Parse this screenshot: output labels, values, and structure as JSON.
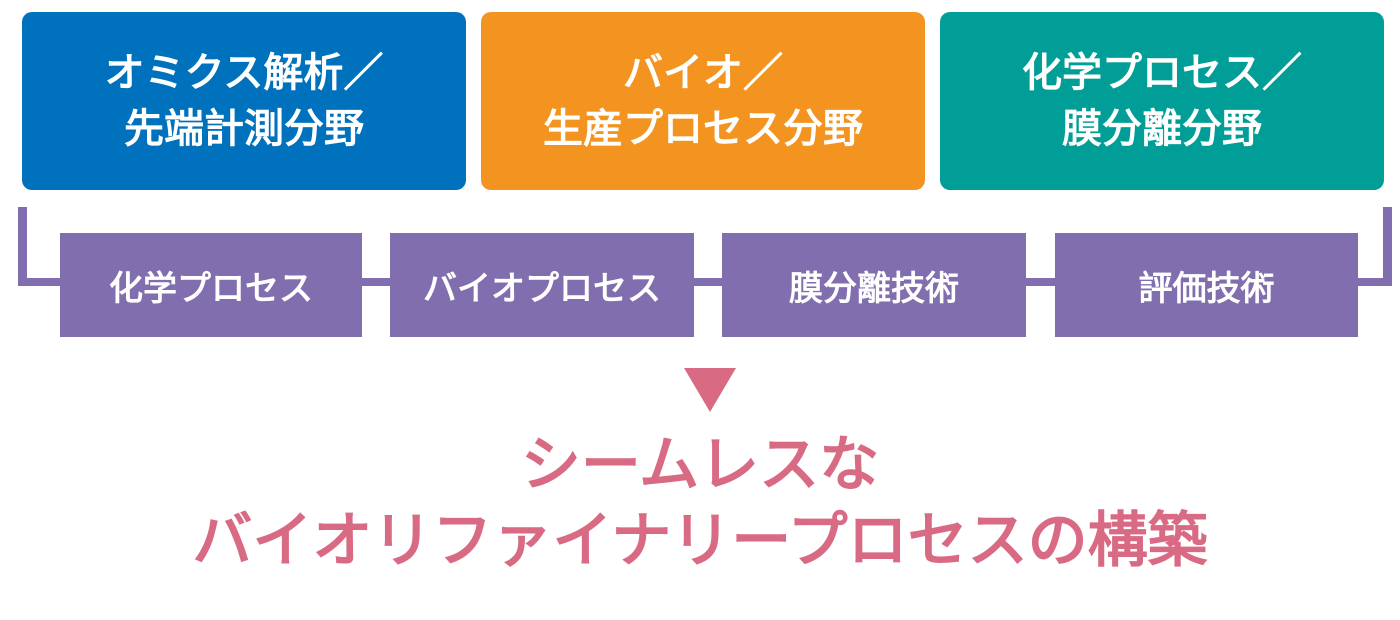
{
  "fields": [
    {
      "line1": "オミクス解析／",
      "line2": "先端計測分野",
      "color": "#0071bc"
    },
    {
      "line1": "バイオ／",
      "line2": "生産プロセス分野",
      "color": "#f39420"
    },
    {
      "line1": "化学プロセス／",
      "line2": "膜分離分野",
      "color": "#009e96"
    }
  ],
  "technologies": [
    "化学プロセス",
    "バイオプロセス",
    "膜分離技術",
    "評価技術"
  ],
  "goal": {
    "line1": "シームレスな",
    "line2": "バイオリファイナリープロセスの構築"
  },
  "colors": {
    "tech": "#806eae",
    "goal": "#d96a84"
  }
}
